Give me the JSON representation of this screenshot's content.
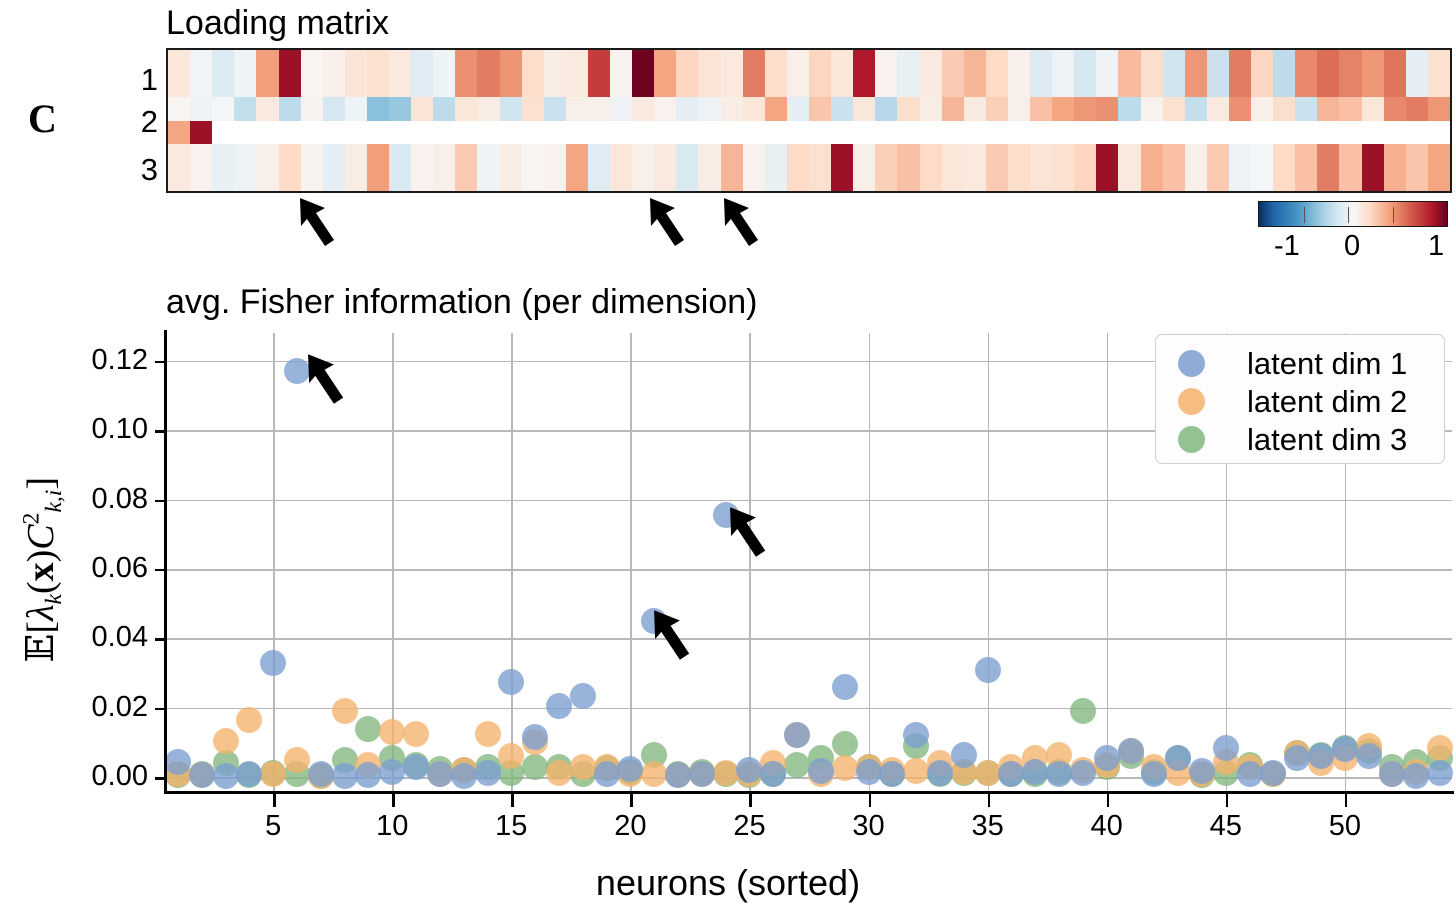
{
  "heatmap": {
    "title": "Loading matrix",
    "matrix_symbol": "C",
    "row_labels": [
      "1",
      "2",
      "3"
    ],
    "colorbar": {
      "ticks": [
        "-1",
        "0",
        "1"
      ],
      "vmin": -1,
      "vmax": 1,
      "colormap": "RdBu_r"
    },
    "values": [
      [
        0.12,
        -0.03,
        -0.14,
        -0.05,
        0.42,
        0.86,
        0.02,
        0.05,
        0.13,
        0.16,
        0.1,
        -0.12,
        -0.05,
        0.46,
        0.52,
        0.45,
        0.18,
        0.08,
        0.1,
        0.7,
        0.04,
        0.98,
        0.4,
        0.22,
        0.14,
        0.1,
        0.52,
        0.18,
        0.06,
        0.22,
        0.12,
        0.8,
        0.04,
        -0.08,
        0.1,
        0.26,
        0.34,
        0.2,
        0.05,
        -0.14,
        -0.06,
        -0.18,
        -0.04,
        0.32,
        0.18,
        -0.2,
        0.44,
        -0.22,
        0.52,
        0.22,
        -0.26,
        0.48,
        0.56,
        0.5,
        0.44,
        0.54,
        -0.1,
        0.16
      ],
      [
        0.02,
        -0.04,
        -0.02,
        -0.24,
        0.1,
        -0.26,
        0.03,
        -0.18,
        -0.05,
        -0.42,
        -0.38,
        0.14,
        -0.26,
        0.12,
        0.08,
        -0.2,
        0.16,
        -0.22,
        0.06,
        0.05,
        -0.04,
        0.1,
        0.04,
        -0.1,
        -0.06,
        0.08,
        0.12,
        0.4,
        -0.1,
        0.28,
        -0.22,
        0.12,
        -0.28,
        0.18,
        0.08,
        0.34,
        0.1,
        0.24,
        0.06,
        0.3,
        0.4,
        0.44,
        0.46,
        -0.26,
        0.04,
        0.16,
        -0.24,
        0.1,
        0.46,
        0.06,
        0.18,
        -0.22,
        0.34,
        0.3,
        0.12,
        0.48,
        0.52,
        0.44,
        0.4,
        0.86
      ],
      [
        0.1,
        0.04,
        -0.08,
        -0.06,
        0.06,
        0.2,
        0.03,
        -0.1,
        0.08,
        0.42,
        -0.16,
        0.04,
        0.06,
        0.26,
        -0.04,
        0.08,
        0.02,
        0.04,
        0.4,
        -0.12,
        0.12,
        0.06,
        0.1,
        -0.16,
        0.08,
        0.34,
        0.04,
        -0.08,
        0.2,
        0.16,
        0.86,
        0.06,
        0.24,
        0.3,
        0.2,
        0.12,
        0.1,
        0.26,
        0.18,
        0.14,
        0.16,
        0.22,
        0.86,
        0.1,
        0.36,
        0.3,
        0.06,
        0.26,
        -0.06,
        -0.02,
        0.2,
        0.3,
        0.52,
        0.3,
        0.86,
        0.36,
        0.28,
        0.4
      ]
    ]
  },
  "scatter": {
    "title": "avg. Fisher information (per dimension)",
    "xlabel": "neurons (sorted)",
    "ylabel": "E[lambda_k(x) C^2_{k,i}]",
    "legend": [
      {
        "label": "latent dim 1",
        "color": "#7b9ed0"
      },
      {
        "label": "latent dim 2",
        "color": "#f5b26b"
      },
      {
        "label": "latent dim 3",
        "color": "#82b77f"
      }
    ],
    "xticks": [
      "5",
      "10",
      "15",
      "20",
      "25",
      "30",
      "35",
      "40",
      "45",
      "50"
    ],
    "xtick_values": [
      5,
      10,
      15,
      20,
      25,
      30,
      35,
      40,
      45,
      50
    ],
    "yticks": [
      "0.00",
      "0.02",
      "0.04",
      "0.06",
      "0.08",
      "0.10",
      "0.12"
    ],
    "ytick_values": [
      0.0,
      0.02,
      0.04,
      0.06,
      0.08,
      0.1,
      0.12
    ]
  },
  "chart_data": {
    "type": "scatter",
    "title": "avg. Fisher information (per dimension)",
    "xlabel": "neurons (sorted)",
    "ylabel": "E[lambda_k(x) C^2_{k,i}]",
    "xlim": [
      0.5,
      54.5
    ],
    "ylim": [
      -0.004,
      0.128
    ],
    "grid": true,
    "legend_position": "upper right",
    "x": [
      1,
      2,
      3,
      4,
      5,
      6,
      7,
      8,
      9,
      10,
      11,
      12,
      13,
      14,
      15,
      16,
      17,
      18,
      19,
      20,
      21,
      22,
      23,
      24,
      25,
      26,
      27,
      28,
      29,
      30,
      31,
      32,
      33,
      34,
      35,
      36,
      37,
      38,
      39,
      40,
      41,
      42,
      43,
      44,
      45,
      46,
      47,
      48,
      49,
      50,
      51,
      52,
      53,
      54
    ],
    "series": [
      {
        "name": "latent dim 1",
        "color": "#7b9ed0",
        "values": [
          0.0045,
          0.0005,
          0.0004,
          0.0008,
          0.033,
          0.117,
          0.001,
          0.0002,
          0.0006,
          0.0015,
          0.003,
          0.0008,
          0.0004,
          0.0012,
          0.0275,
          0.0115,
          0.0205,
          0.0235,
          0.001,
          0.0022,
          0.045,
          0.0006,
          0.0008,
          0.0755,
          0.002,
          0.001,
          0.012,
          0.0018,
          0.026,
          0.0015,
          0.0008,
          0.012,
          0.0012,
          0.0065,
          0.031,
          0.001,
          0.0014,
          0.0008,
          0.0012,
          0.0055,
          0.0075,
          0.001,
          0.0055,
          0.0018,
          0.0085,
          0.001,
          0.0012,
          0.0055,
          0.0062,
          0.008,
          0.006,
          0.0008,
          0.0004,
          0.0012
        ]
      },
      {
        "name": "latent dim 2",
        "color": "#f5b26b",
        "values": [
          0.0008,
          0.0006,
          0.0105,
          0.0165,
          0.001,
          0.005,
          0.0004,
          0.019,
          0.0035,
          0.013,
          0.0125,
          0.0008,
          0.002,
          0.0125,
          0.006,
          0.01,
          0.0012,
          0.003,
          0.003,
          0.0008,
          0.001,
          0.0006,
          0.0008,
          0.0012,
          0.001,
          0.004,
          0.012,
          0.0008,
          0.0025,
          0.003,
          0.002,
          0.0018,
          0.004,
          0.0014,
          0.0012,
          0.003,
          0.0055,
          0.0065,
          0.002,
          0.0035,
          0.0075,
          0.003,
          0.0012,
          0.0008,
          0.0045,
          0.003,
          0.001,
          0.007,
          0.004,
          0.0055,
          0.009,
          0.001,
          0.0015,
          0.0085
        ]
      },
      {
        "name": "latent dim 3",
        "color": "#82b77f",
        "values": [
          0.0006,
          0.0008,
          0.004,
          0.0006,
          0.0012,
          0.001,
          0.0004,
          0.005,
          0.014,
          0.0055,
          0.0035,
          0.0024,
          0.002,
          0.003,
          0.0012,
          0.003,
          0.003,
          0.001,
          0.0026,
          0.0015,
          0.0065,
          0.001,
          0.0014,
          0.0008,
          0.0006,
          0.001,
          0.0035,
          0.0055,
          0.0095,
          0.003,
          0.001,
          0.009,
          0.0008,
          0.0012,
          0.0012,
          0.001,
          0.0008,
          0.0014,
          0.019,
          0.003,
          0.006,
          0.0014,
          0.0055,
          0.0006,
          0.0012,
          0.0035,
          0.0008,
          0.007,
          0.0065,
          0.0085,
          0.0075,
          0.003,
          0.0045,
          0.0055
        ]
      }
    ],
    "annotations": [
      {
        "name": "arrow-matrix-1",
        "target": "heatmap",
        "x": 6
      },
      {
        "name": "arrow-matrix-2",
        "target": "heatmap",
        "x": 21
      },
      {
        "name": "arrow-matrix-3",
        "target": "heatmap",
        "x": 24
      },
      {
        "name": "arrow-point-1",
        "target": "scatter",
        "x": 6,
        "y": 0.117
      },
      {
        "name": "arrow-point-2",
        "target": "scatter",
        "x": 24,
        "y": 0.0755
      },
      {
        "name": "arrow-point-3",
        "target": "scatter",
        "x": 21,
        "y": 0.045
      }
    ]
  }
}
